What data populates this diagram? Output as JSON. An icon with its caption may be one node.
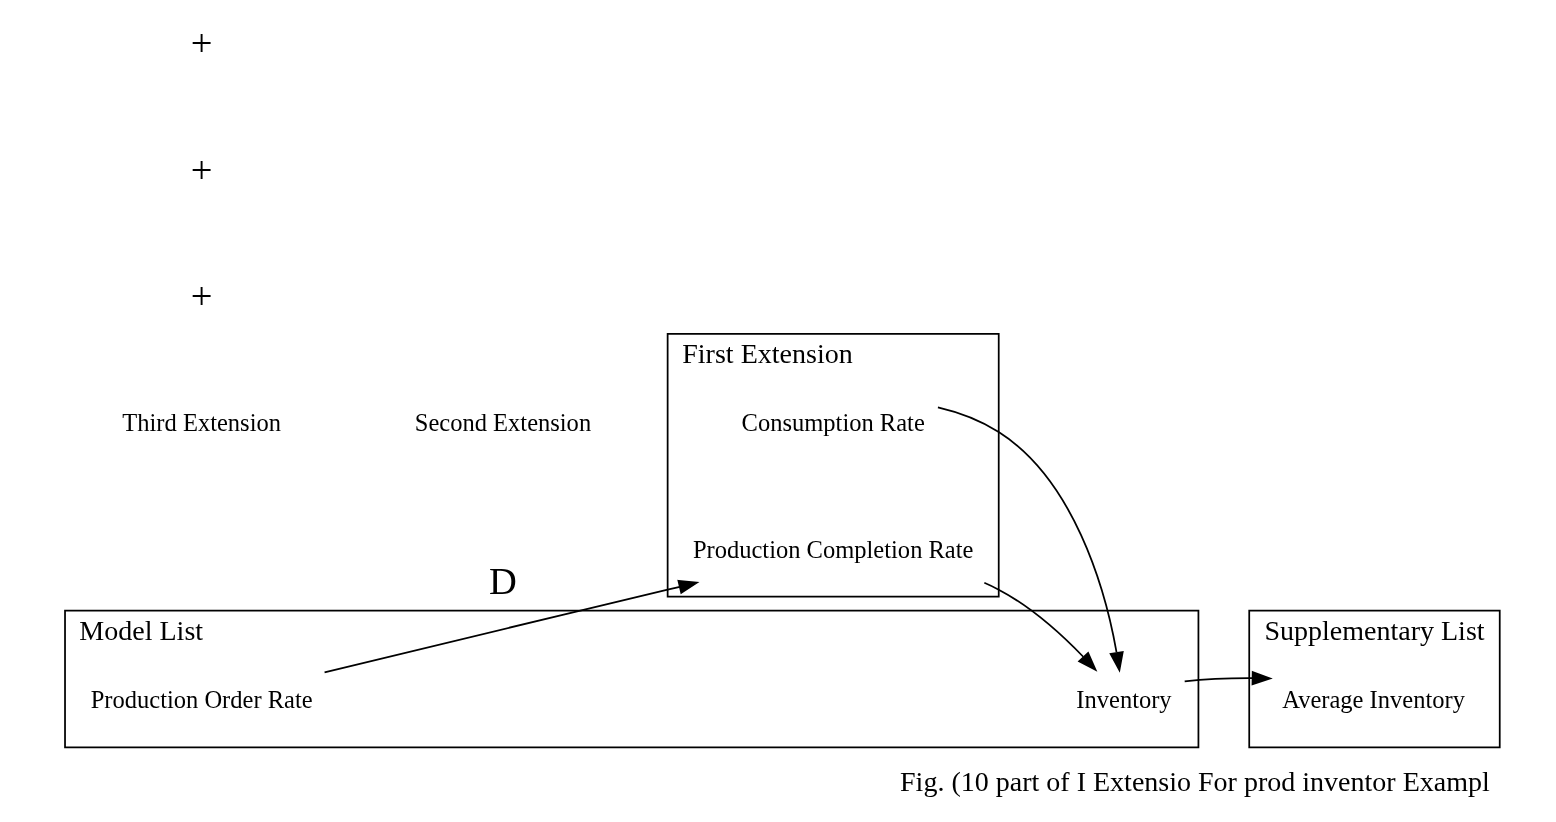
{
  "diagram": {
    "caption": "Fig. (10 part of I Extensio For prod inventor Exampl",
    "nodes": [
      {
        "text": [
          "Third Extension"
        ]
      },
      {
        "text": [
          "Second Extension"
        ]
      },
      {
        "text": [
          "First Extension"
        ]
      },
      {
        "text": [
          "Model List"
        ]
      },
      {
        "text": [
          "Supplementary List"
        ]
      },
      {
        "text": [
          "Consumption Rate"
        ],
        "in": 2
      },
      {
        "text": [
          "Production Completion Rate"
        ],
        "in": 2
      },
      {
        "text": [
          "Inventory"
        ],
        "in": 3
      },
      {
        "text": [
          "Production Order Rate"
        ],
        "in": 3
      },
      {
        "text": [
          "Average Inventory"
        ],
        "in": 4
      }
    ],
    "edges": [
      {
        "from": 5,
        "to": 7,
        "arrow": "to"
      },
      {
        "from": 6,
        "to": 7,
        "arrow": "to"
      },
      {
        "from": 7,
        "to": 9,
        "arrow": "to"
      },
      {
        "from": 8,
        "to": 6,
        "arrow": "to",
        "label": "D"
      }
    ],
    "labels": [
      "+",
      "+",
      "+"
    ]
  }
}
